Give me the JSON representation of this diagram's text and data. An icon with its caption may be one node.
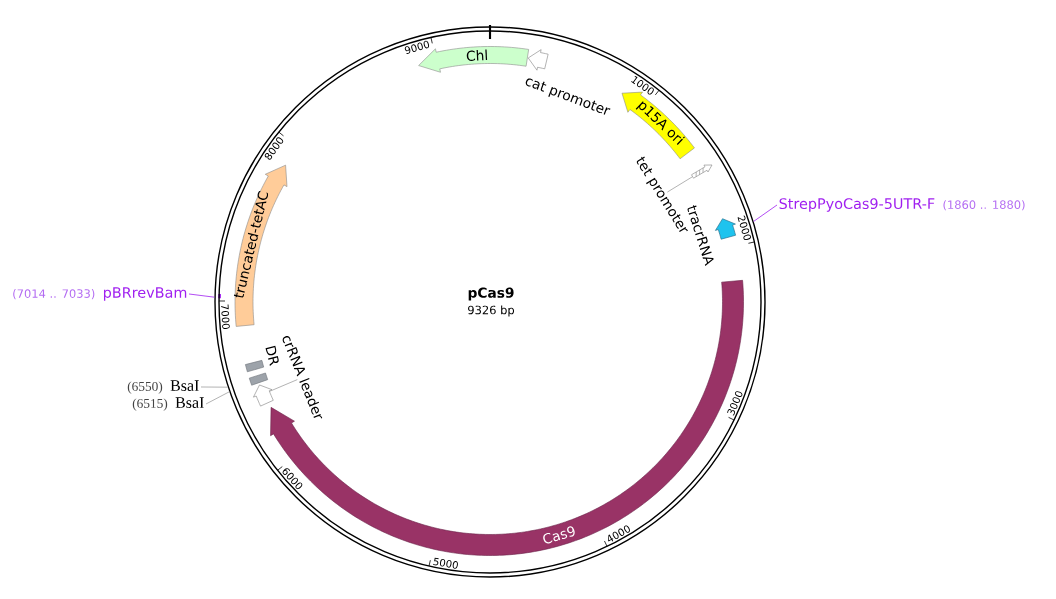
{
  "diagram": {
    "title": "pCas9",
    "nodes": [
      {
        "text": [],
        "shape": "circle"
      },
      {
        "text": [
          "Chl"
        ],
        "in": 0
      },
      {
        "text": [
          "cat promoter"
        ],
        "in": 0
      },
      {
        "text": [
          "p15A ori"
        ],
        "in": 0
      },
      {
        "text": [
          "tet promoter"
        ],
        "in": 0
      },
      {
        "text": [],
        "shape": "arrow",
        "in": 0
      },
      {
        "text": [
          "StrepPyoCas9-5UTR-F",
          "(1860 .. 1880)"
        ]
      },
      {
        "text": [
          "tracrRNA"
        ],
        "in": 0
      },
      {
        "text": [
          "truncated-tetAC"
        ],
        "in": 0
      },
      {
        "text": [
          "(7014 .. 7033)",
          "pBRrevBam"
        ]
      },
      {
        "text": [
          "Cas9"
        ],
        "in": 0
      },
      {
        "text": [
          "crRNA leader"
        ],
        "in": 0
      },
      {
        "text": [
          "DR"
        ],
        "in": 0
      },
      {
        "text": [],
        "shape": "arrow",
        "in": 0
      },
      {
        "text": [
          "(6550)",
          "BsaI"
        ]
      },
      {
        "text": [
          "(6515)",
          "BsaI"
        ]
      }
    ],
    "edges": [
      {
        "from": 4,
        "to": 5,
        "arrow": "none"
      },
      {
        "from": 6,
        "to": 0,
        "arrow": "none",
        "color": "#a020f0"
      },
      {
        "from": 9,
        "to": 0,
        "arrow": "none",
        "color": "#a020f0"
      },
      {
        "from": 11,
        "to": 13,
        "arrow": "none"
      },
      {
        "from": 14,
        "to": 0,
        "arrow": "none"
      },
      {
        "from": 15,
        "to": 0,
        "arrow": "none"
      }
    ],
    "labels": [
      "9326 bp",
      "1000",
      "2000",
      "3000",
      "4000",
      "5000",
      "6000",
      "7000",
      "8000",
      "9000"
    ]
  }
}
